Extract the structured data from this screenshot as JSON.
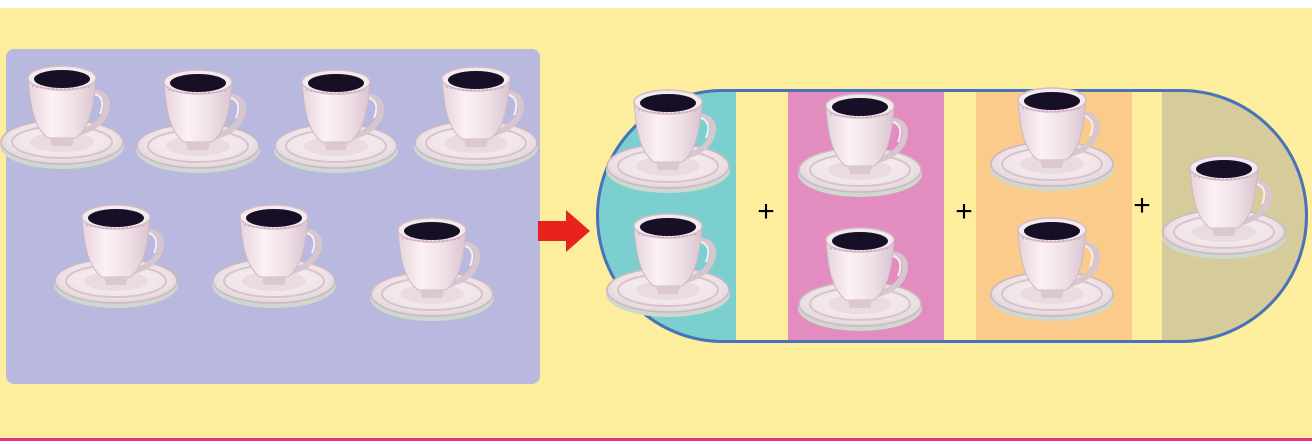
{
  "diagram": {
    "source_group_count": 7,
    "groups": [
      {
        "color": "#7ccfcf",
        "count": 2
      },
      {
        "color": "#e28cc0",
        "count": 2
      },
      {
        "color": "#fbcb8c",
        "count": 2
      },
      {
        "color": "#d6cb9a",
        "count": 1
      }
    ],
    "operators": [
      "+",
      "+",
      "+"
    ]
  },
  "colors": {
    "background": "#fdee9d",
    "source_panel": "#b9b8de",
    "capsule_gap": "#fdee9d",
    "capsule_border": "#4a72b8",
    "arrow": "#e8231f",
    "bottom_line": "#e0337a"
  },
  "icons": {
    "cup": "teacup-icon",
    "arrow": "right-arrow-icon"
  }
}
